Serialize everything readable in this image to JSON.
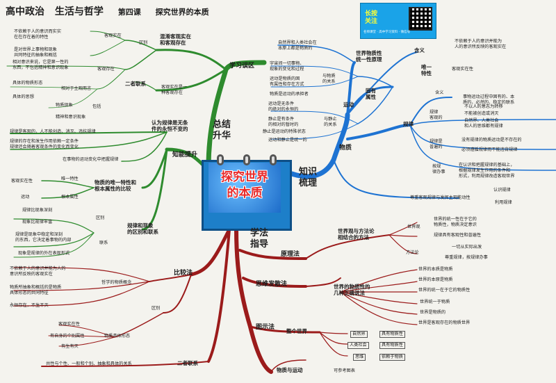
{
  "header": {
    "course": "高中政治",
    "book": "生活与哲学",
    "lesson": "第四课",
    "topic": "探究世界的本质"
  },
  "promo": {
    "title1": "长按",
    "title2": "关注",
    "small": "名师课堂 · 高中学习资料 · 微信号"
  },
  "center": {
    "line1": "探究世界",
    "line2": "的本质"
  },
  "branches": {
    "summary": "总结\n升华",
    "knowledge": "知识\n梳理",
    "method": "学法\n指导",
    "mistakes": "学习误区",
    "ability": "知能提升",
    "matter": "物质",
    "compare": "比较法",
    "principle": "原理法",
    "divergent": "思维发散法",
    "diagram": "图示法"
  },
  "left": {
    "mistake1_title": "混淆客观实在\n和客观存在",
    "distinction": "区别",
    "obj_reality": "客观实在",
    "obj_reality_desc": "不依赖于人的意识而实实\n在在存在着的特性",
    "reality_desc2": "是对世界上事物和现象\n共同特征的抽象和概括",
    "reality_desc3": "相对意识来说，它是第一性的\n东西，不包括精神和意识现象",
    "obj_existence": "客观存在",
    "concrete": "具体的物质形态",
    "relative": "相对于主观而言",
    "thought": "具体的思想",
    "material_phen": "物质现象",
    "include": "包括",
    "spiritual_phen": "精神和意识现象",
    "relation2": "二者联系",
    "relation2_desc": "客观实在是一\n种客观存在",
    "law_wrong": "认为规律是无条\n件的永恒不变的",
    "law1": "规律是客观的，人不能创造、消灭、违抗规律",
    "law2": "规律的存在和发生作用依赖一定条件\n规律还会随着客观条件的变化而变化",
    "law3": "在事物的运动变化中把握规律",
    "unique_title": "物质的唯一特性和\n根本属性的比较",
    "unique": "唯一特性",
    "obj_reality2": "客观实在性",
    "fundamental": "根本属性",
    "motion": "运动",
    "law_phen_title": "规律和现象\n的区别和联系",
    "distinction2": "区别",
    "law_deep": "规律比现象深刻",
    "phen_rich": "现象比规律丰富",
    "link": "联系",
    "link_desc": "规律是现象中稳定和深刻\n的东西，它决定着事物的内部",
    "phen_ext": "现象是规律的外在表现形式",
    "phil_concept": "哲学的物质概念",
    "phil1": "不依赖于人的意识并能为人的\n意识所反映的客观实在",
    "phil2": "物质所抽象和概括的是物质\n具体形态的共同特征",
    "phil3": "永恒存在，不生不灭",
    "distinction3": "区别",
    "obj_reality3": "客观实在性",
    "birth": "有自身的个别属性",
    "birth2": "有生有灭",
    "concrete_form": "物质具体形态",
    "relation3": "二者联系",
    "relation3_desc": "共性与个性、一般和个别、抽象和具体的关系"
  },
  "right": {
    "unity_title": "世界物质性\n统一性原理",
    "unity_desc": "自然界和人类社会在\n本原上都是物质的",
    "meaning": "含义",
    "meaning_desc": "不依赖于人的意识并能为\n人的意识所反映的客观实在",
    "unique": "唯一\n特性",
    "obj_reality": "客观实在性",
    "motion_rel": "与物质\n的关系",
    "motion1": "宇宙间一切事物、\n现象的变化和过程",
    "motion2": "运动是物质的固\n有属性和存在方式",
    "motion3": "物质是运动的承担者",
    "inherent": "固有\n属性",
    "movement": "运动",
    "static_rel": "与静止\n的关系",
    "static1": "运动是无条件\n的绝对的永恒的",
    "static2": "静止是有条件\n的相对的暂时的",
    "static3": "静止是运动的特殊状态",
    "static4": "运动和静止是统一的",
    "law": "规律",
    "law_meaning": "含义",
    "law_meaning_desc": "事物运动过程中固有的、本\n质的、必然的、稳定的联系",
    "law_objective": "规律\n客观的",
    "obj1": "不以人的意志为转移",
    "obj2": "不能被创造或消灭",
    "obj3": "自然界、人类社会\n和人的思维都有规律",
    "law_universal": "规律是\n普遍的",
    "uni1": "没有规律的物质运动是不存在的",
    "uni2": "必须遵循规律而不能违背规律",
    "act": "按规\n律办事",
    "act_desc": "在认识和把握规律的基础上，\n根据规律发生作用的条件和\n形式，利用规律改造客观世界",
    "respect": "尊重客观规律与发挥主观能动性",
    "know_law": "认识规律",
    "use_law": "利用规律",
    "world_method": "世界观与方法论\n相结合的方法",
    "world_view": "世界观",
    "wv1": "世界的统一性在于它的\n物质性，物质决定意识",
    "wv2": "规律具有客观性和普遍性",
    "methodology": "方法论",
    "md1": "一切从实际出发",
    "md2": "尊重规律，按规律办事",
    "unity_ways": "世界的物质性的\n几种正确说法",
    "u1": "世界的本质是物质",
    "u2": "世界的本原是物质",
    "u3": "世界的统一在于它的物质性",
    "u4": "世界统一于物质",
    "u5": "世界是物质的",
    "u6": "世界是客观存在的物质世界",
    "whole_world": "整个世界",
    "nature": "自然界",
    "has_matter1": "具有物质性",
    "society": "人类社会",
    "has_matter2": "具有物质性",
    "thinking": "思维",
    "depend": "依赖于物质",
    "matter_motion": "物质与运动",
    "ref": "可参考图表"
  },
  "colors": {
    "green": "#2e8b2e",
    "blue": "#1e73d2",
    "red": "#9b1b1b",
    "title": "#1e1e1e"
  }
}
